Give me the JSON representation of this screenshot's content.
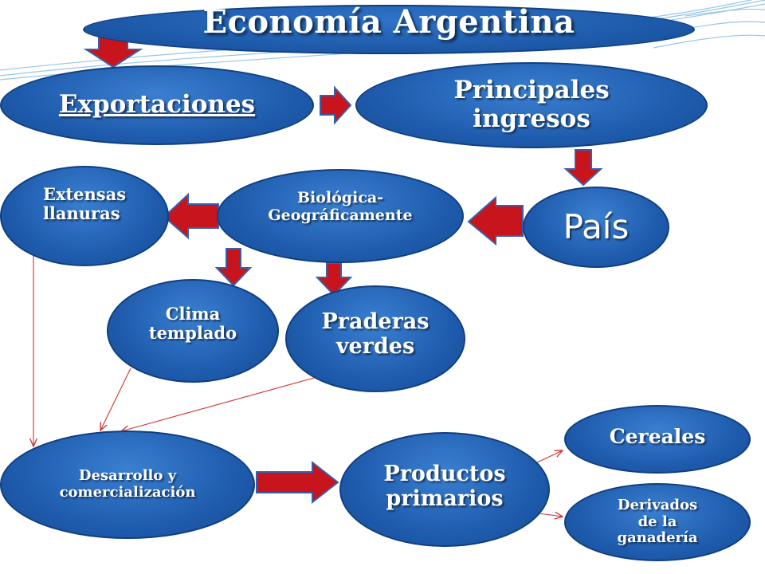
{
  "title": "Economía Argentina",
  "nodes": {
    "exportaciones": "Exportaciones",
    "principales": "Principales",
    "ingresos": "ingresos",
    "pais": "País",
    "biologica": "Biológica-",
    "geograficamente": "Geográficamente",
    "extensas": "Extensas",
    "llanuras": "llanuras",
    "clima": "Clima",
    "templado": "templado",
    "praderas": "Praderas",
    "verdes": "verdes",
    "desarrollo": "Desarrollo y",
    "comercializacion": "comercialización",
    "productos": "Productos",
    "primarios": "primarios",
    "cereales": "Cereales",
    "derivados": "Derivados",
    "de_la": "de la",
    "ganaderia": "ganadería"
  },
  "colors": {
    "node_fill": "#1f5cae",
    "arrow_fill": "#c8141c",
    "arrow_stroke": "#3a5fa8",
    "thin_arrow": "#d03030"
  }
}
